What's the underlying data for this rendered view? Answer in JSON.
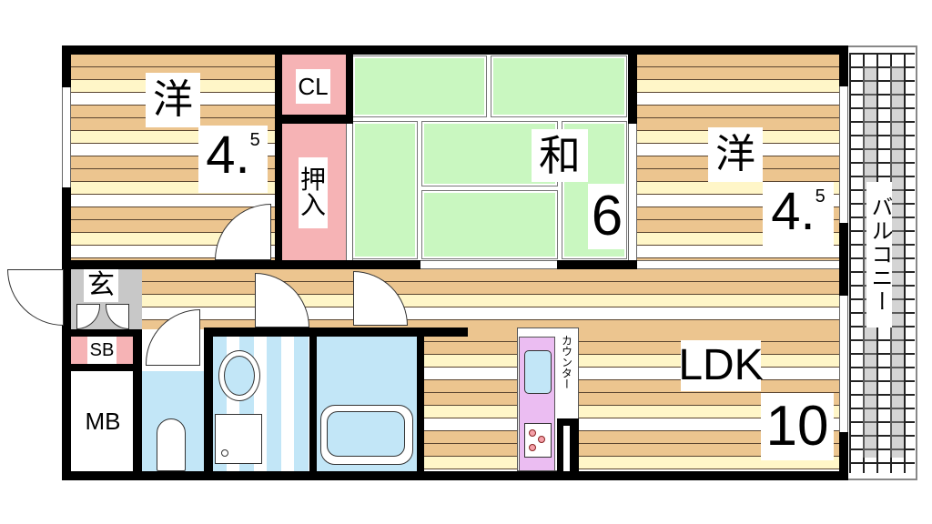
{
  "floorplan": {
    "layout": "LDK",
    "rooms": {
      "western_left": {
        "type": "洋",
        "size_main": "4.",
        "size_frac": "5"
      },
      "closet": {
        "label": "CL"
      },
      "oshiire": {
        "label_line1": "押",
        "label_line2": "入"
      },
      "japanese": {
        "type": "和",
        "size": "6"
      },
      "western_right": {
        "type": "洋",
        "size_main": "4.",
        "size_frac": "5"
      },
      "entrance": {
        "label": "玄"
      },
      "shoe_box": {
        "label": "SB"
      },
      "meter_box": {
        "label": "MB"
      },
      "ldk": {
        "type": "LDK",
        "size": "10"
      },
      "counter": {
        "label": "カウンター"
      },
      "balcony": {
        "label": "バルコニー"
      }
    },
    "colors": {
      "wood_dark": "#ecc58f",
      "wood_light": "#fff6c8",
      "tatami": "#c9f7c0",
      "storage_pink": "#f6b3b5",
      "water_blue": "#c2e6f7",
      "kitchen_purple": "#ebbdf2",
      "entrance_gray": "#c8c8c8",
      "wall": "#000000"
    }
  }
}
